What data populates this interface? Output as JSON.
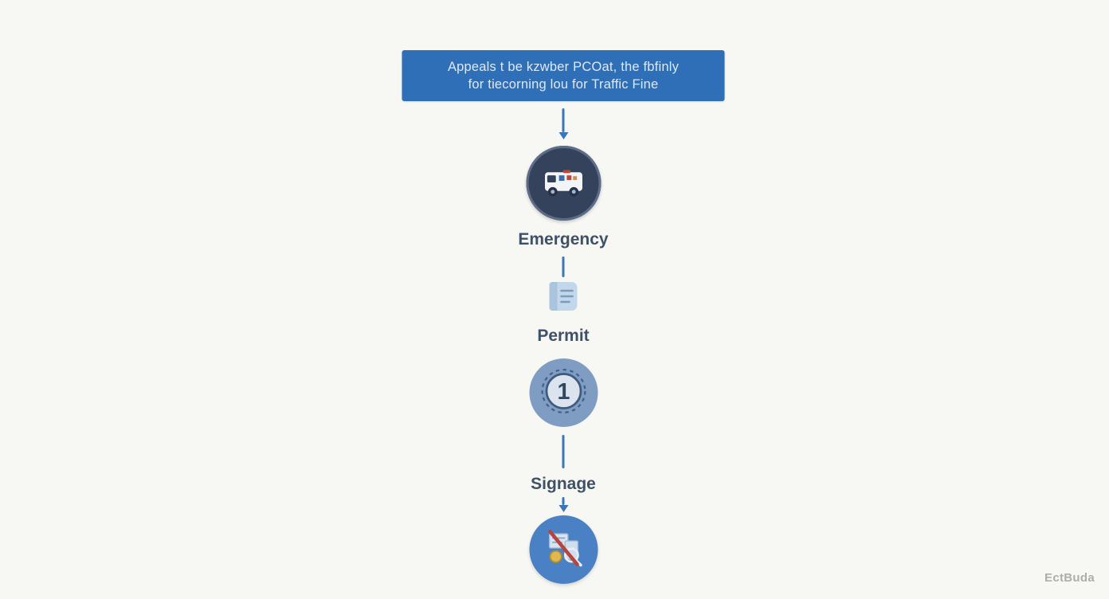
{
  "page": {
    "watermark": "EctBuda"
  },
  "header": {
    "line1": "Appeals t be kzwber PCOat, the fbfinly",
    "line2": "for tiecorning lou for Traffic Fine"
  },
  "nodes": {
    "emergency": {
      "label": "Emergency",
      "icon": "ambulance-icon"
    },
    "permit": {
      "label": "Permit",
      "icon": "document-icon"
    },
    "badge": {
      "badge_number": "1",
      "icon": "badge-number-icon"
    },
    "signage": {
      "label": "Signage",
      "icon": "no-signage-icon"
    }
  },
  "colors": {
    "background": "#f7f7f4",
    "header_bg": "#2e6fb7",
    "accent_arrow": "#3a77b8",
    "dark_circle": "#34425b",
    "medium_circle": "#7f9dc2",
    "bright_circle": "#4a80c4",
    "label_text": "#3f5166",
    "slash_red": "#b8453c"
  }
}
